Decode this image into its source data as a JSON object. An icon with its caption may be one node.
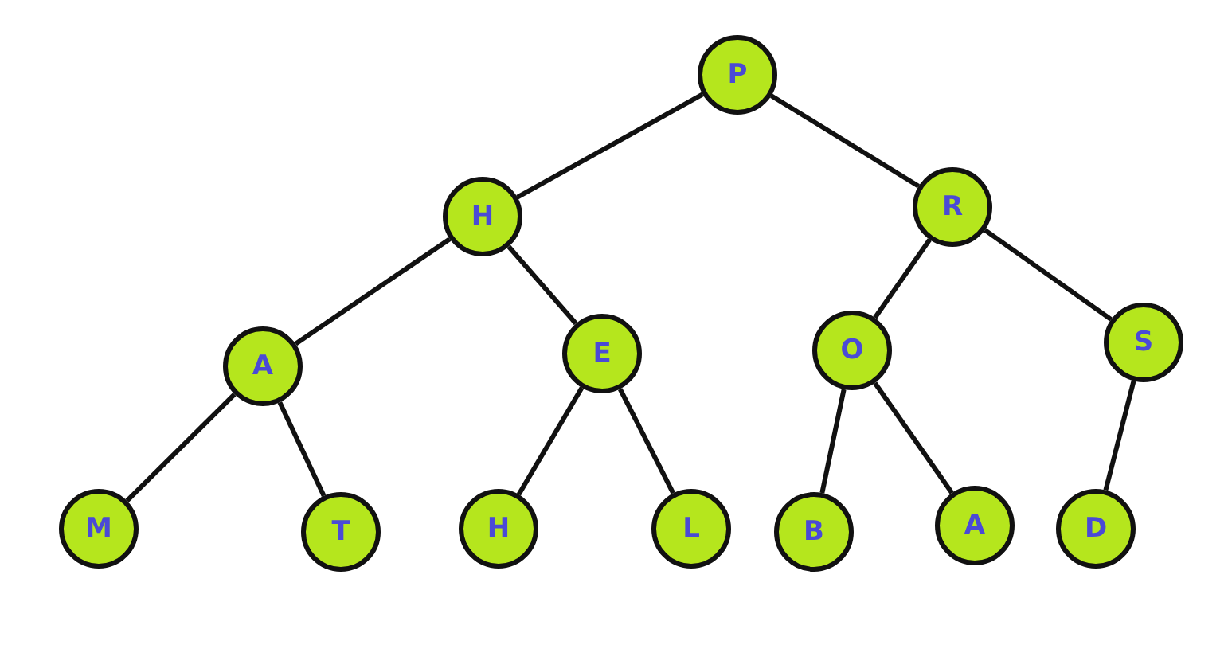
{
  "diagram": {
    "nodes": [
      {
        "text": [
          "P"
        ]
      },
      {
        "text": [
          "H"
        ]
      },
      {
        "text": [
          "R"
        ]
      },
      {
        "text": [
          "A"
        ]
      },
      {
        "text": [
          "E"
        ]
      },
      {
        "text": [
          "O"
        ]
      },
      {
        "text": [
          "S"
        ]
      },
      {
        "text": [
          "M"
        ]
      },
      {
        "text": [
          "T"
        ]
      },
      {
        "text": [
          "H"
        ]
      },
      {
        "text": [
          "L"
        ]
      },
      {
        "text": [
          "B"
        ]
      },
      {
        "text": [
          "A"
        ]
      },
      {
        "text": [
          "D"
        ]
      }
    ],
    "edges": [
      {
        "from": 0,
        "to": 1,
        "arrow": "none"
      },
      {
        "from": 0,
        "to": 2,
        "arrow": "none"
      },
      {
        "from": 1,
        "to": 3,
        "arrow": "none"
      },
      {
        "from": 1,
        "to": 4,
        "arrow": "none"
      },
      {
        "from": 2,
        "to": 5,
        "arrow": "none"
      },
      {
        "from": 2,
        "to": 6,
        "arrow": "none"
      },
      {
        "from": 3,
        "to": 7,
        "arrow": "none"
      },
      {
        "from": 3,
        "to": 8,
        "arrow": "none"
      },
      {
        "from": 4,
        "to": 9,
        "arrow": "none"
      },
      {
        "from": 4,
        "to": 10,
        "arrow": "none"
      },
      {
        "from": 5,
        "to": 11,
        "arrow": "none"
      },
      {
        "from": 5,
        "to": 12,
        "arrow": "none"
      },
      {
        "from": 6,
        "to": 13,
        "arrow": "none"
      }
    ]
  }
}
